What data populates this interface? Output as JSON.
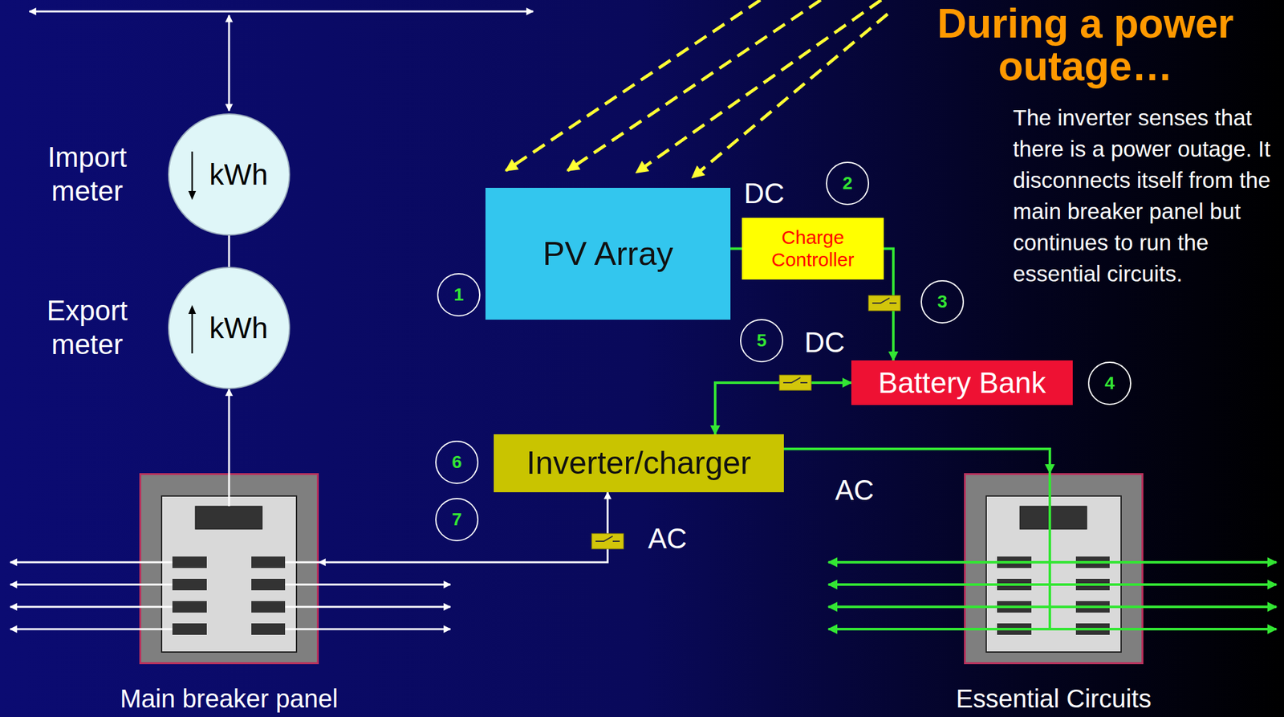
{
  "diagram": {
    "title": "During a power outage…",
    "nodes": [
      {
        "text": [
          "Import meter",
          "kWh"
        ]
      },
      {
        "text": [
          "Export meter",
          "kWh"
        ]
      },
      {
        "text": [
          "PV Array"
        ]
      },
      {
        "text": [
          "Charge Controller"
        ]
      },
      {
        "text": [
          "Battery Bank"
        ]
      },
      {
        "text": [
          "Inverter/charger"
        ]
      },
      {
        "text": [
          "Main breaker panel"
        ]
      },
      {
        "text": [
          "Essential Circuits"
        ]
      }
    ],
    "edges": [
      {
        "from": 0,
        "to": 1,
        "arrow": "none"
      },
      {
        "from": 6,
        "to": 1,
        "arrow": "to"
      },
      {
        "from": 2,
        "to": 3,
        "arrow": "none"
      },
      {
        "from": 3,
        "to": 4,
        "arrow": "to"
      },
      {
        "from": 4,
        "to": 5,
        "arrow": "both"
      },
      {
        "from": 5,
        "to": 6,
        "arrow": "both"
      },
      {
        "from": 5,
        "to": 7,
        "arrow": "to"
      }
    ],
    "labels": [
      "1",
      "2",
      "3",
      "4",
      "5",
      "6",
      "7",
      "DC",
      "DC",
      "AC",
      "AC",
      "The inverter senses that there is a power outage. It disconnects itself from the main breaker panel but continues to run the essential circuits."
    ]
  }
}
